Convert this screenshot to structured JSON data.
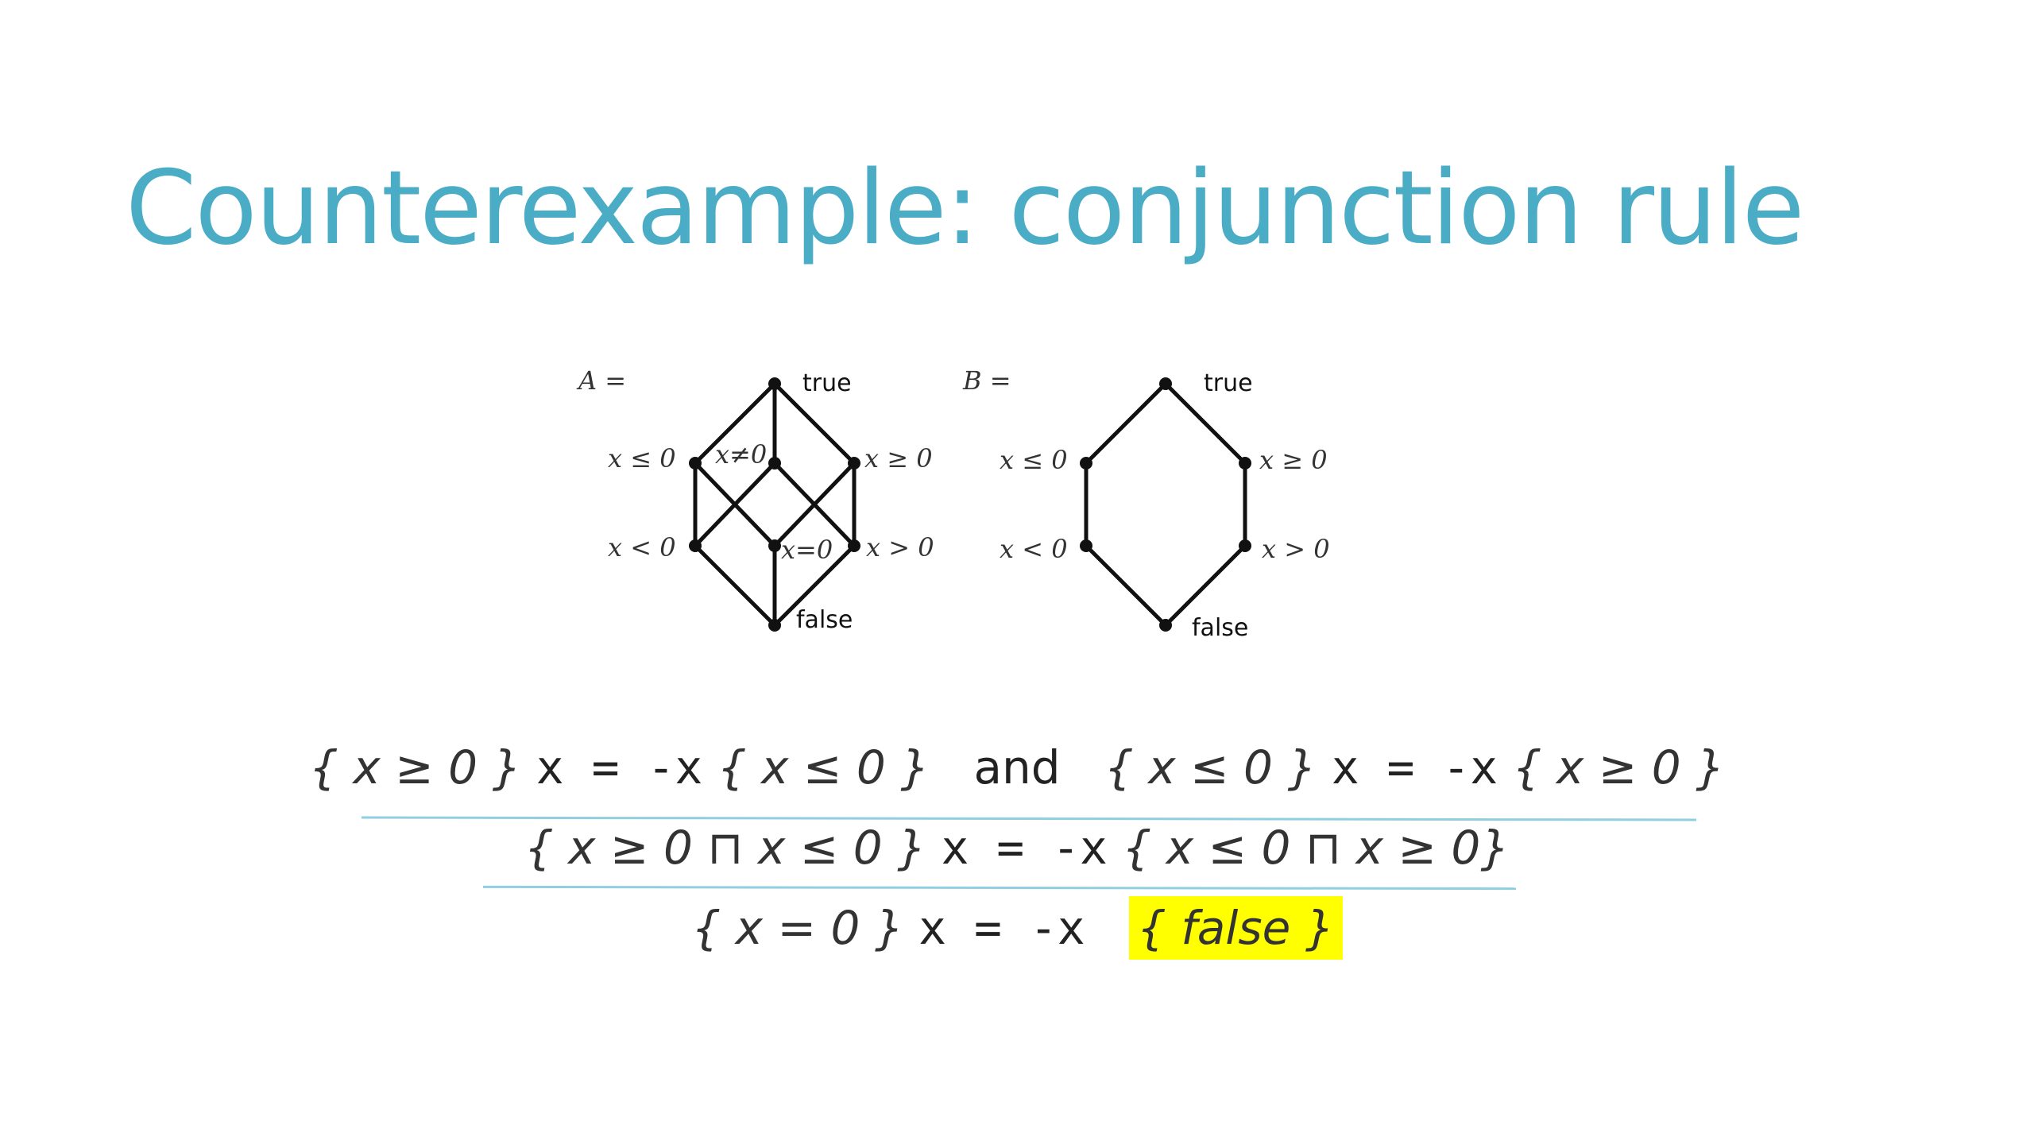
{
  "slide": {
    "title": "Counterexample:  conjunction rule",
    "accent_color": "#4bacc6",
    "highlight_color": "#ffff00"
  },
  "lattice_a": {
    "name": "A =",
    "top": "true",
    "bottom": "false",
    "le0": "x ≤ 0",
    "ne0": "x≠0",
    "ge0": "x ≥ 0",
    "lt0": "x < 0",
    "eq0": "x=0",
    "gt0": "x > 0"
  },
  "lattice_b": {
    "name": "B =",
    "top": "true",
    "bottom": "false",
    "le0": "x ≤ 0",
    "ge0": "x ≥ 0",
    "lt0": "x < 0",
    "gt0": "x > 0"
  },
  "rule": {
    "premise1_pre": "{ x ≥ 0 }",
    "premise1_cmd": "x  =  -x",
    "premise1_post": "{ x ≤ 0 }",
    "and_word": "and",
    "premise2_pre": "{ x ≤ 0 }",
    "premise2_cmd": "x  =  -x",
    "premise2_post": "{ x ≥ 0 }",
    "conclusion_pre": "{ x ≥ 0 ⊓ x ≤ 0 }",
    "conclusion_cmd": "x  =  -x",
    "conclusion_post": "{ x ≤ 0  ⊓ x ≥ 0}",
    "result_pre": "{ x = 0 }",
    "result_cmd": "x  =  -x",
    "result_post": "{ false }"
  }
}
